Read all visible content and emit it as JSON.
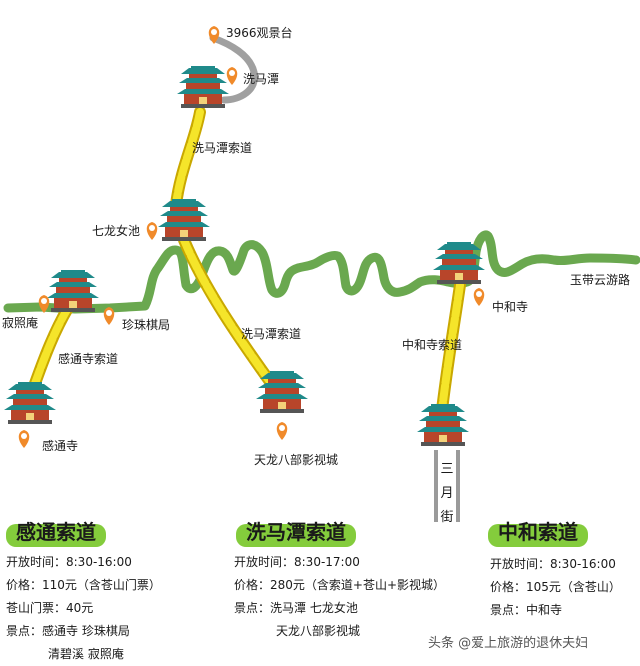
{
  "colors": {
    "road": "#6aa84f",
    "cable": "#f5e52a",
    "cable_outline": "#c9a800",
    "walkway": "#a0a0a0",
    "pin": "#f08a2a",
    "pavilion_roof": "#1f8a8a",
    "pavilion_body": "#b8452a",
    "title_highlight": "#84cc3c"
  },
  "labels": {
    "guanjingtai": "3966观景台",
    "ximatan": "洗马潭",
    "ximatan_cable_upper": "洗马潭索道",
    "qilong": "七龙女池",
    "jizhaoan": "寂照庵",
    "zhenzhu": "珍珠棋局",
    "gantong_cable": "感通寺索道",
    "gantong_temple": "感通寺",
    "ximatan_cable_lower": "洗马潭索道",
    "tianlong": "天龙八部影视城",
    "yudai": "玉带云游路",
    "zhonghe_temple": "中和寺",
    "zhonghe_cable": "中和寺索道",
    "sanyuejie": [
      "三",
      "月",
      "街"
    ]
  },
  "sections": {
    "gantong": {
      "title": "感通索道",
      "lines": [
        "开放时间：8:30-16:00",
        "价格：110元（含苍山门票）",
        "苍山门票：40元",
        "景点：感通寺  珍珠棋局",
        "清碧溪  寂照庵"
      ]
    },
    "ximatan": {
      "title": "洗马潭索道",
      "lines": [
        "开放时间：8:30-17:00",
        "价格：280元（含索道+苍山+影视城）",
        "景点：洗马潭  七龙女池",
        "天龙八部影视城"
      ]
    },
    "zhonghe": {
      "title": "中和索道",
      "lines": [
        "开放时间：8:30-16:00",
        "价格：105元（含苍山）",
        "景点：中和寺"
      ]
    }
  },
  "watermark": "头条 @爱上旅游的退休夫妇"
}
